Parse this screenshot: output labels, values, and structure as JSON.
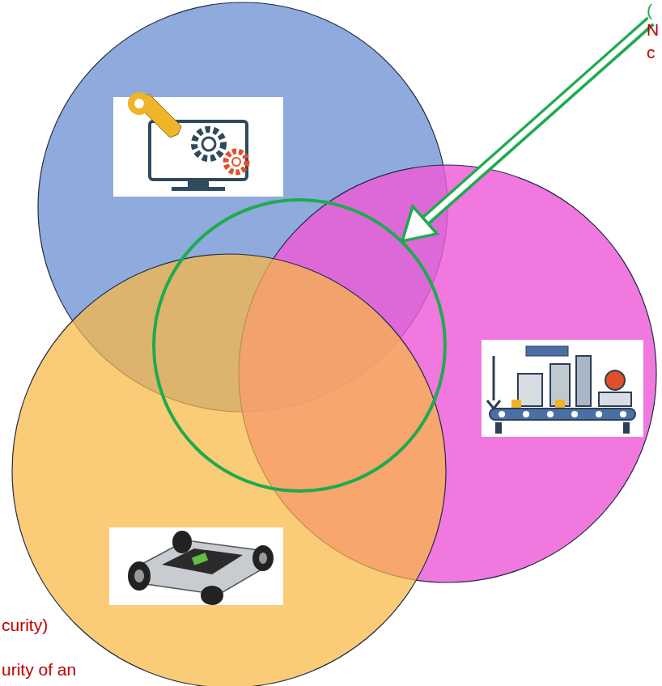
{
  "diagram": {
    "labels": [
      "(",
      "N",
      "c",
      "curity)",
      "urity of an"
    ]
  }
}
